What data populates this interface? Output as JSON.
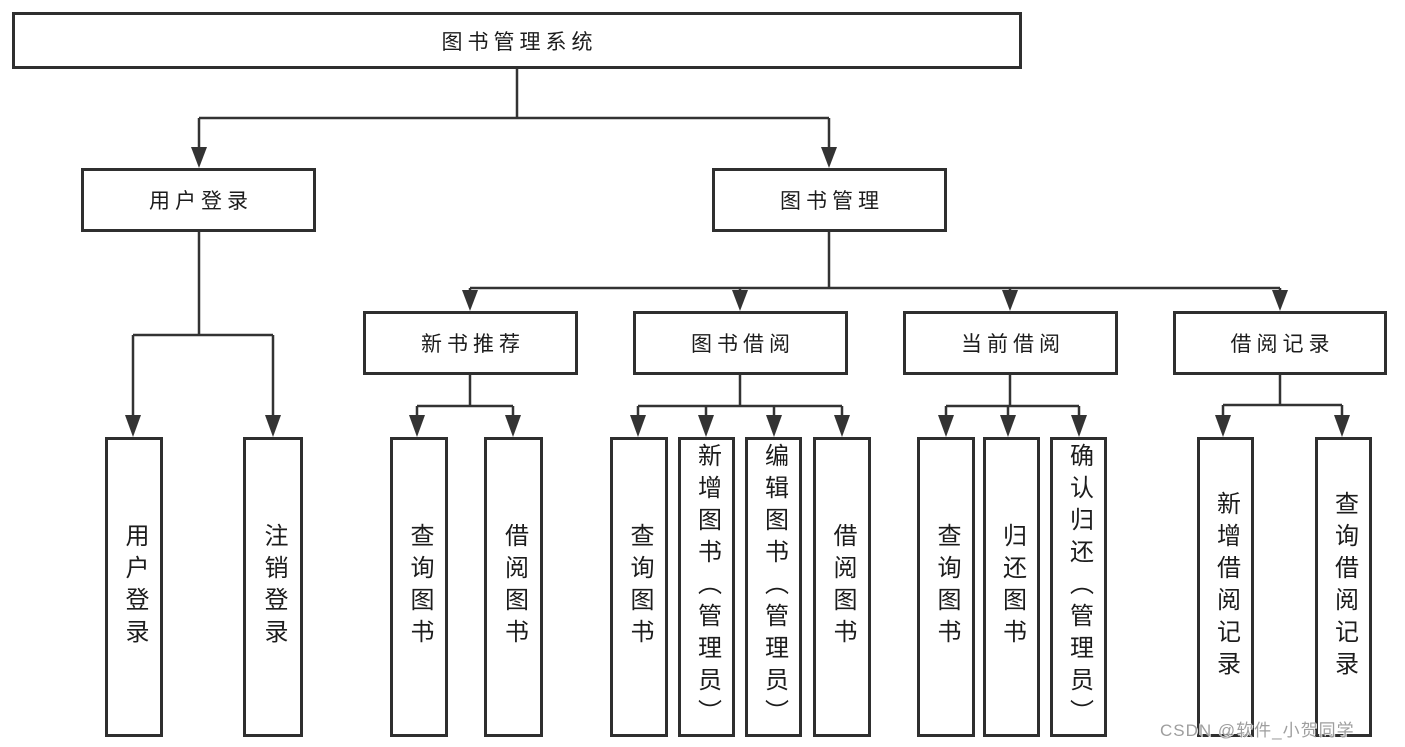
{
  "tree": {
    "label": "图书管理系统",
    "children": [
      {
        "label": "用户登录",
        "children": [
          {
            "label": "用户登录"
          },
          {
            "label": "注销登录"
          }
        ]
      },
      {
        "label": "图书管理",
        "children": [
          {
            "label": "新书推荐",
            "children": [
              {
                "label": "查询图书"
              },
              {
                "label": "借阅图书"
              }
            ]
          },
          {
            "label": "图书借阅",
            "children": [
              {
                "label": "查询图书"
              },
              {
                "label": "新增图书（管理员）"
              },
              {
                "label": "编辑图书（管理员）"
              },
              {
                "label": "借阅图书"
              }
            ]
          },
          {
            "label": "当前借阅",
            "children": [
              {
                "label": "查询图书"
              },
              {
                "label": "归还图书"
              },
              {
                "label": "确认归还（管理员）"
              }
            ]
          },
          {
            "label": "借阅记录",
            "children": [
              {
                "label": "新增借阅记录"
              },
              {
                "label": "查询借阅记录"
              }
            ]
          }
        ]
      }
    ]
  },
  "watermark": {
    "text": "CSDN @软件_小贺同学"
  },
  "colors": {
    "line": "#333333",
    "box_border": "#2f2f2f",
    "text": "#1c1c1c",
    "watermark": "#9e9e9e",
    "background": "#ffffff"
  }
}
